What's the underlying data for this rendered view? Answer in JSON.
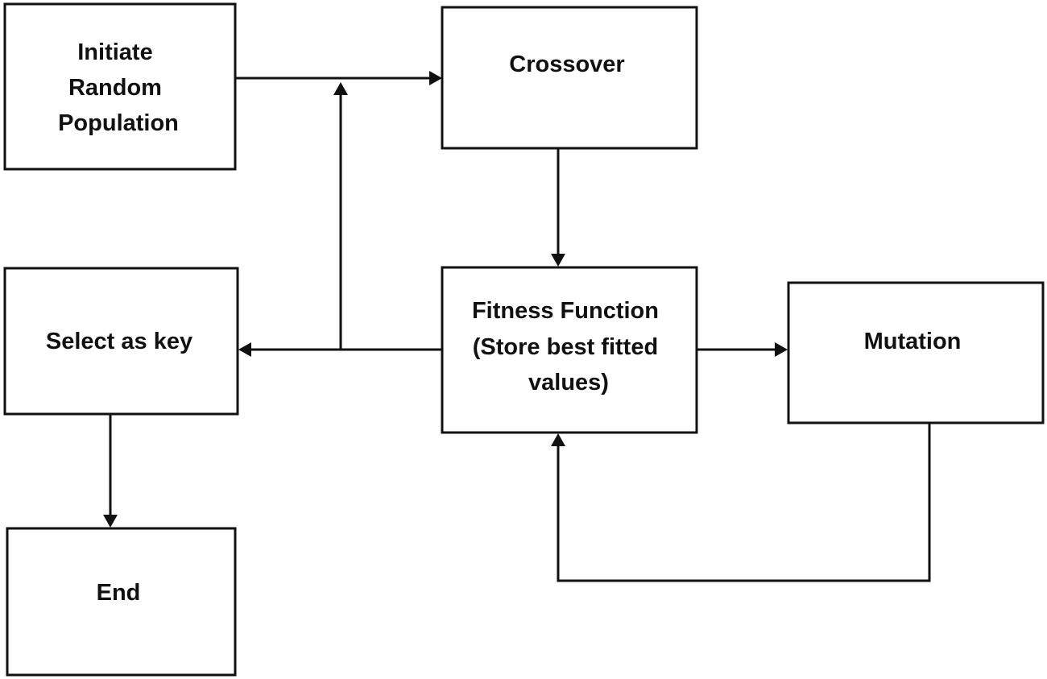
{
  "diagram": {
    "nodes": {
      "initiate": {
        "lines": [
          "Initiate",
          "Random",
          "Population"
        ]
      },
      "crossover": {
        "lines": [
          "Crossover"
        ]
      },
      "select": {
        "lines": [
          "Select as key"
        ]
      },
      "fitness": {
        "lines": [
          "Fitness Function",
          "(Store best fitted",
          "values)"
        ]
      },
      "mutation": {
        "lines": [
          "Mutation"
        ]
      },
      "end": {
        "lines": [
          "End"
        ]
      }
    },
    "edges": [
      {
        "from": "initiate",
        "to": "crossover"
      },
      {
        "from": "crossover",
        "to": "fitness"
      },
      {
        "from": "fitness",
        "to": "select"
      },
      {
        "from": "fitness",
        "to": "crossover"
      },
      {
        "from": "fitness",
        "to": "mutation"
      },
      {
        "from": "mutation",
        "to": "fitness"
      },
      {
        "from": "select",
        "to": "end"
      }
    ]
  }
}
